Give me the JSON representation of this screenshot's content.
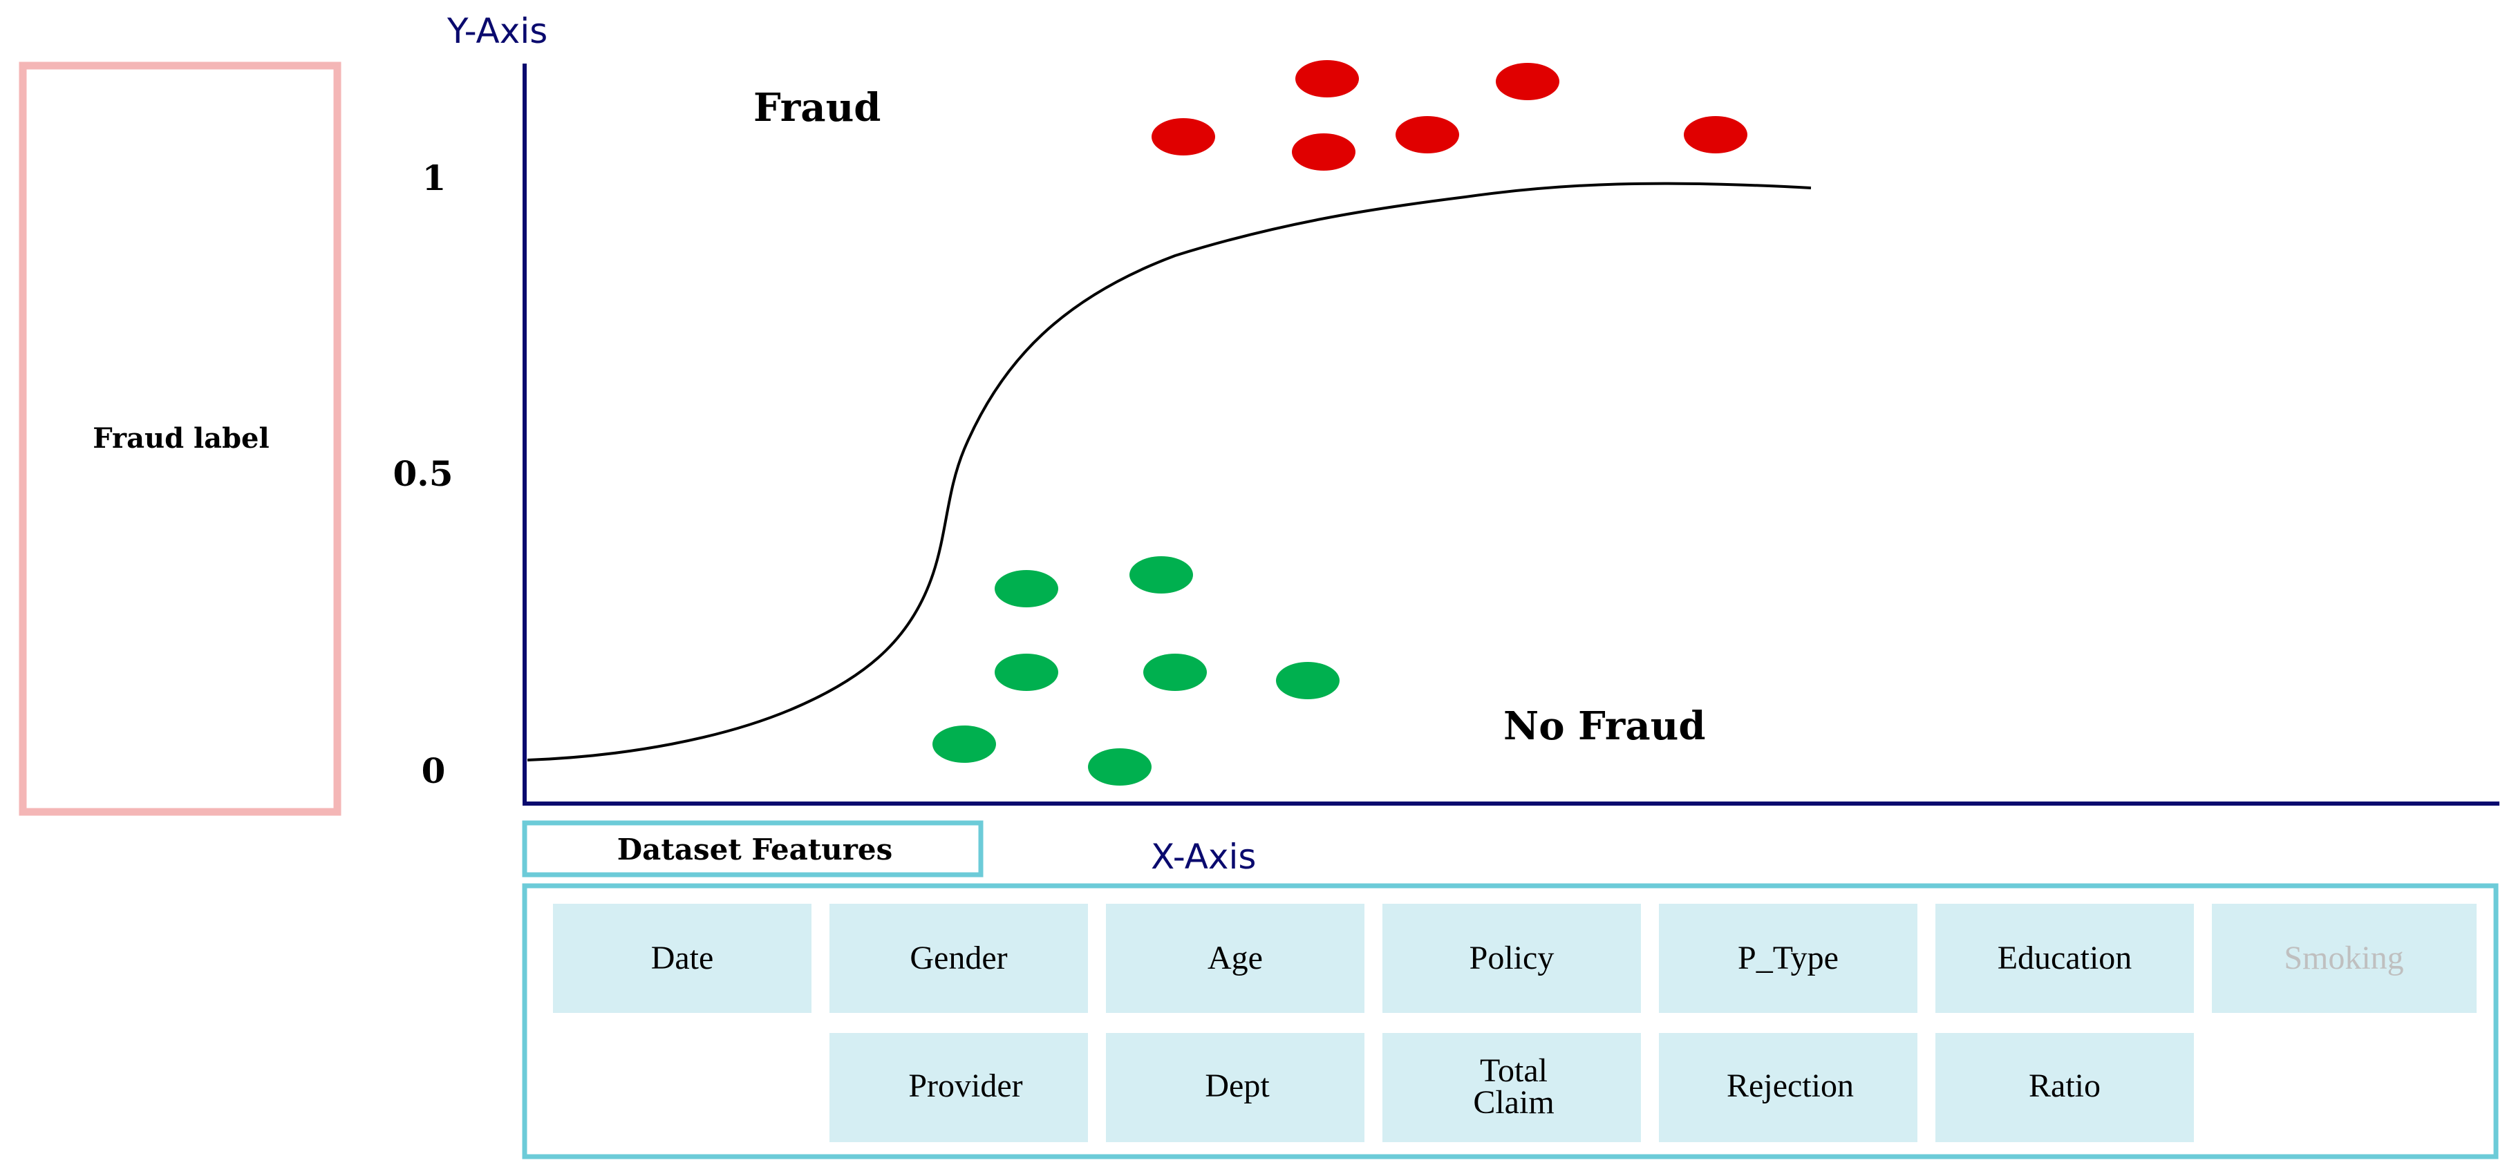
{
  "axes": {
    "y_title": "Y-Axis",
    "x_title": "X-Axis",
    "y_ticks": [
      "1",
      "0.5",
      "0"
    ],
    "color": "#0a0a6e"
  },
  "fraud_label_box": {
    "text": "Fraud label",
    "border_color": "#f4b6b6"
  },
  "regions": {
    "fraud": "Fraud",
    "no_fraud": "No Fraud"
  },
  "features_tab": {
    "label": "Dataset Features",
    "border_color": "#6ccbd8"
  },
  "features": {
    "row1": [
      "Date",
      "Gender",
      "Age",
      "Policy",
      "P_Type",
      "Education",
      "Smoking"
    ],
    "row2": [
      "Provider",
      "Dept",
      "Total Claim",
      "Rejection",
      "Ratio"
    ],
    "cell_color": "#d5eef3"
  },
  "points": {
    "fraud_color": "#e00000",
    "no_fraud_color": "#00b04f"
  }
}
